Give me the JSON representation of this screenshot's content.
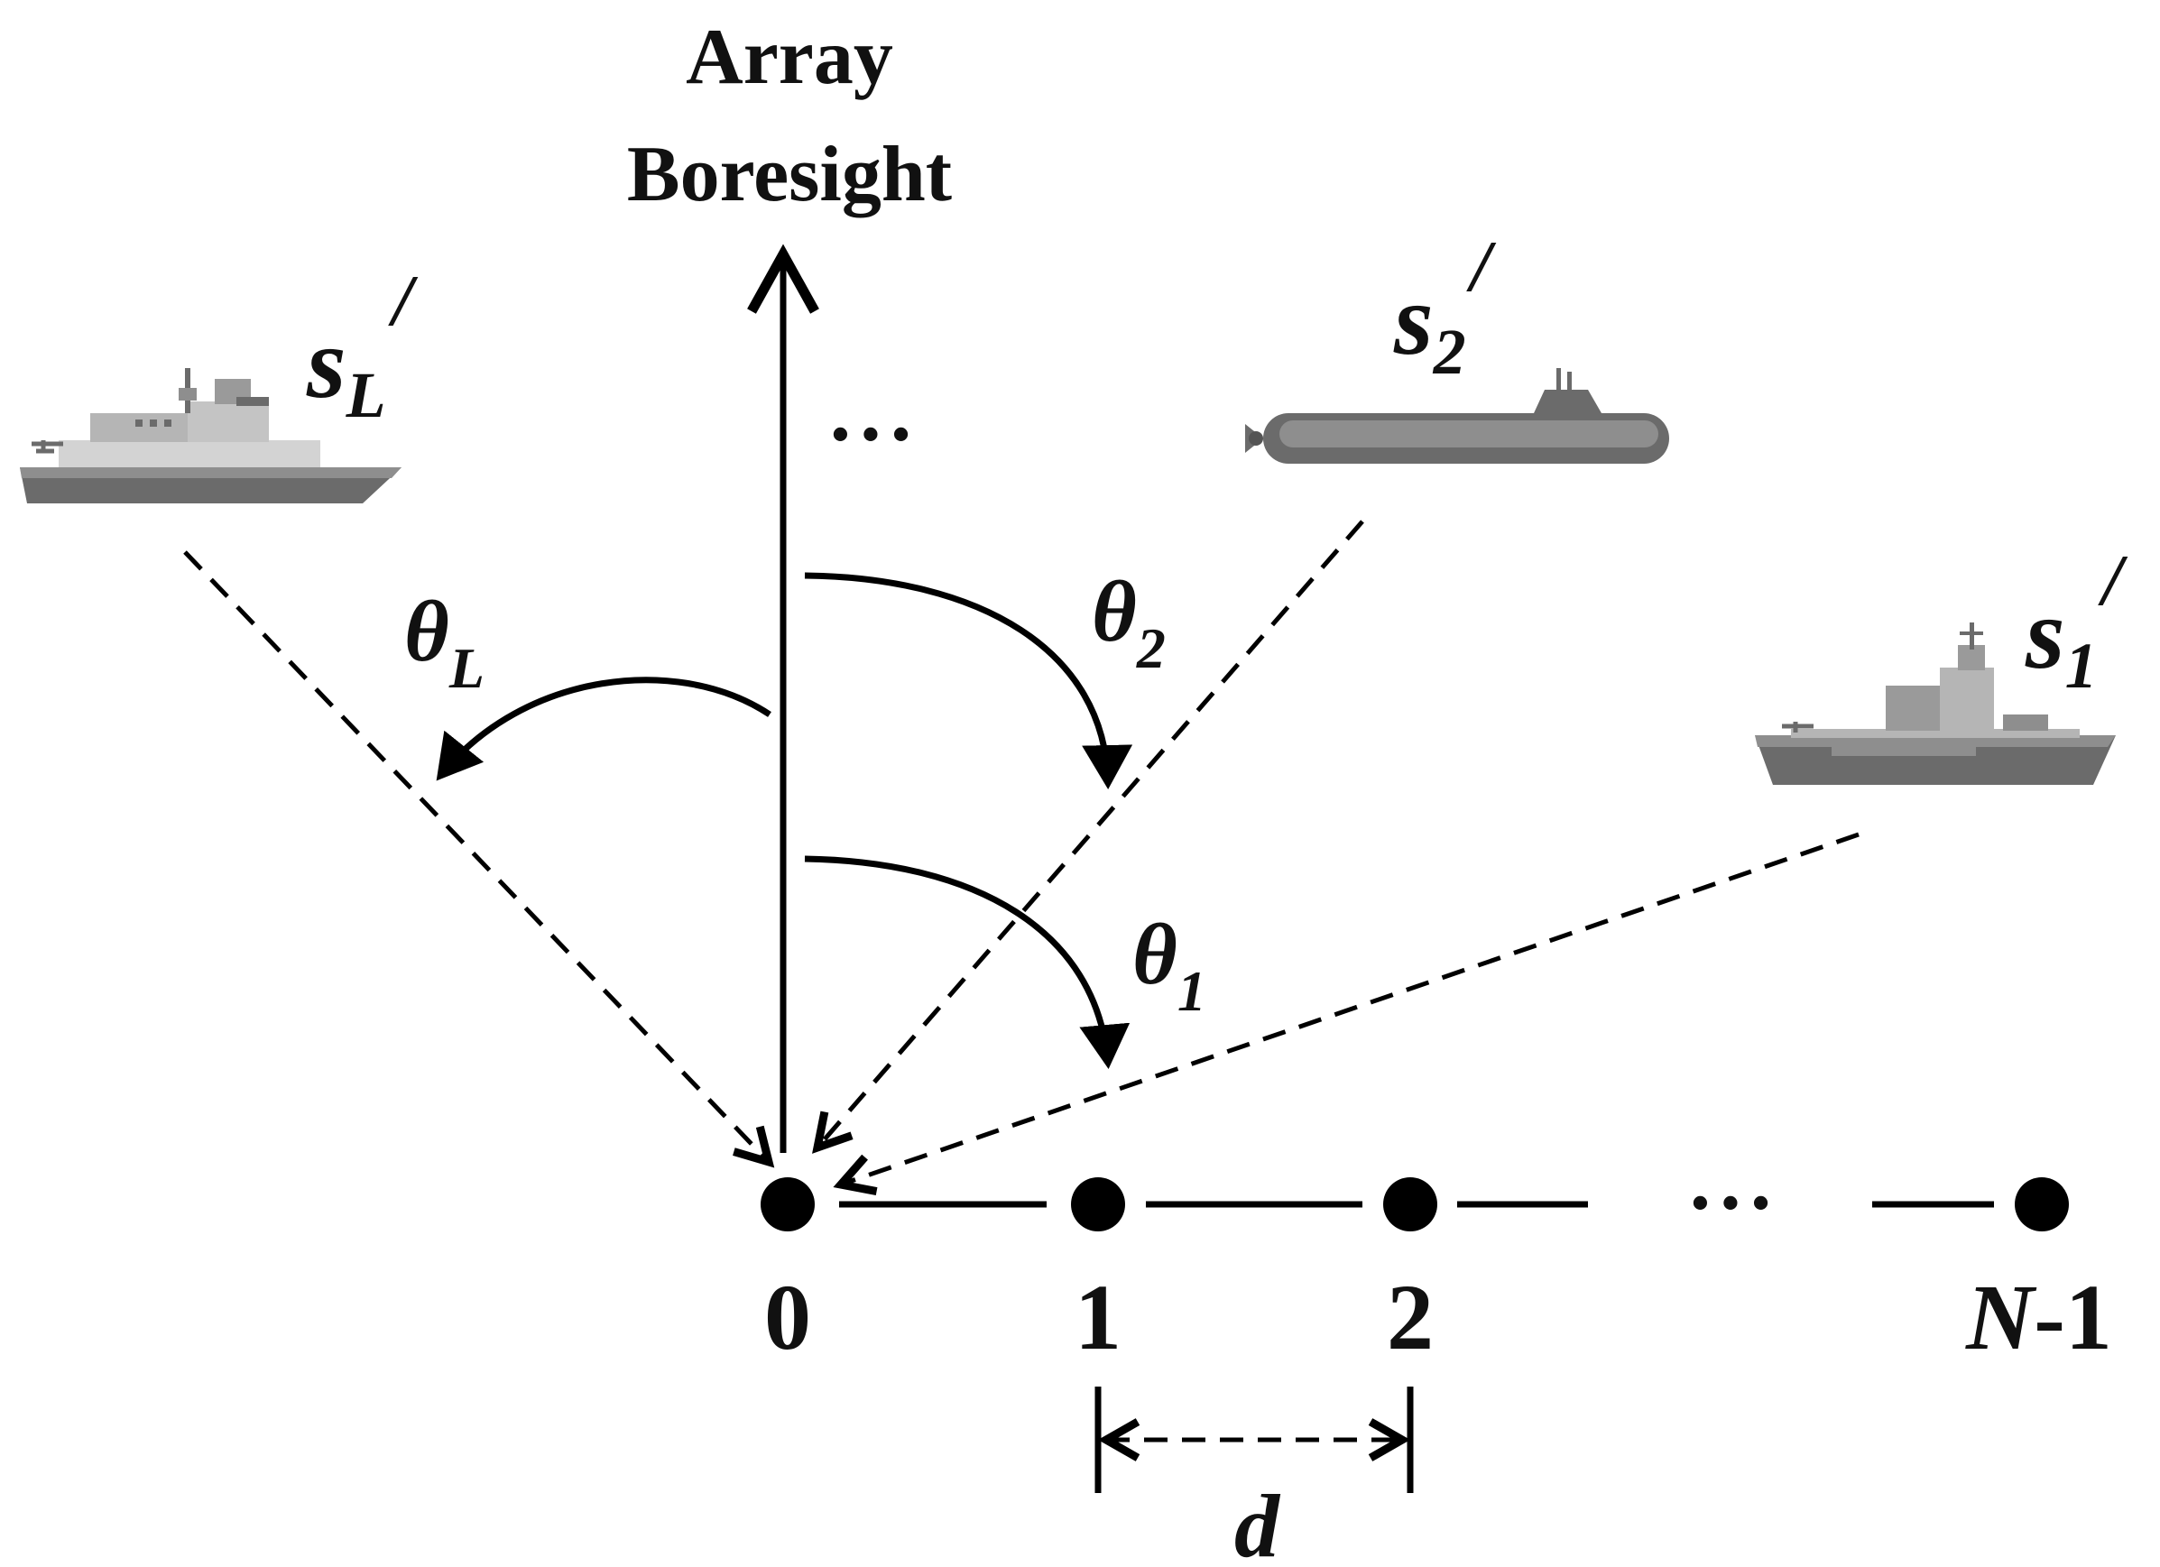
{
  "title": {
    "line1": "Array",
    "line2": "Boresight"
  },
  "sources": {
    "s_L": {
      "main": "s",
      "sub": "L",
      "prime": "/"
    },
    "s_2": {
      "main": "s",
      "sub": "2",
      "prime": "/"
    },
    "s_1": {
      "main": "s",
      "sub": "1",
      "prime": "/"
    }
  },
  "angles": {
    "theta_L": {
      "main": "θ",
      "sub": "L"
    },
    "theta_2": {
      "main": "θ",
      "sub": "2"
    },
    "theta_1": {
      "main": "θ",
      "sub": "1"
    }
  },
  "elements": {
    "label_0": "0",
    "label_1": "1",
    "label_2": "2",
    "label_last_italic": "N",
    "label_last_rest": "-1"
  },
  "ellipsis": "• • •",
  "spacing_label": "d",
  "colors": {
    "ink": "#000000",
    "ship_dark": "#6b6b6b",
    "ship_mid": "#8e8e8e",
    "ship_light": "#b5b5b5",
    "ship_pale": "#d3d3d3"
  },
  "icons": [
    "warship-icon",
    "submarine-icon",
    "carrier-ship-icon"
  ]
}
